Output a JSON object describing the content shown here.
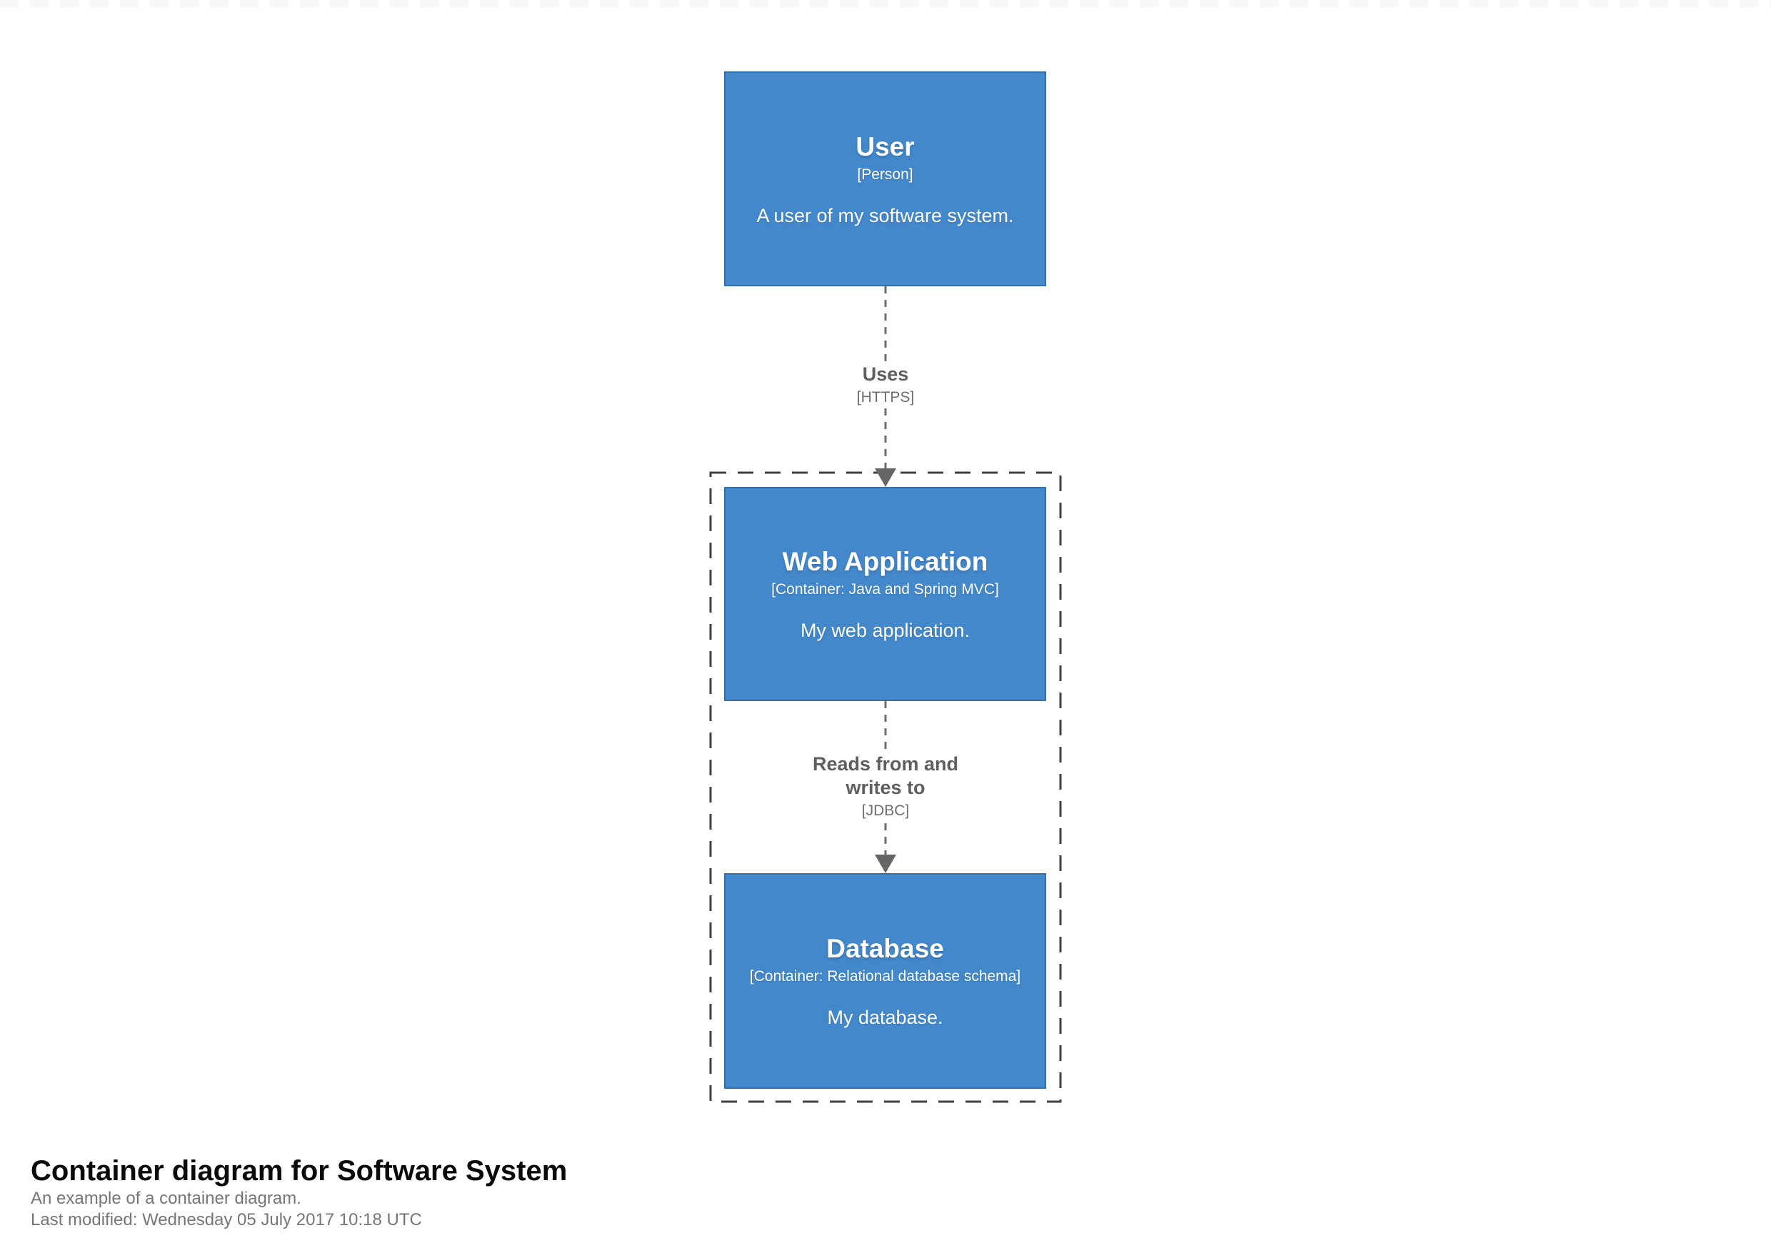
{
  "diagram": {
    "nodes": {
      "user": {
        "name": "User",
        "meta": "[Person]",
        "description": "A user of my software system."
      },
      "web_application": {
        "name": "Web Application",
        "meta": "[Container: Java and Spring MVC]",
        "description": "My web application."
      },
      "database": {
        "name": "Database",
        "meta": "[Container: Relational database schema]",
        "description": "My database."
      }
    },
    "relationships": {
      "user_to_web": {
        "label": "Uses",
        "meta": "[HTTPS]"
      },
      "web_to_db": {
        "label": "Reads from and writes to",
        "meta": "[JDBC]"
      }
    },
    "colors": {
      "node_fill": "#4388cb",
      "node_border": "#3a70a1",
      "node_text": "#ffffff",
      "relationship_line": "#6b6b6b",
      "relationship_text": "#5f5f5f",
      "boundary_line": "#404040",
      "background": "#ffffff"
    }
  },
  "footer": {
    "title": "Container diagram for Software System",
    "subtitle": "An example of a container diagram.",
    "last_modified": "Last modified: Wednesday 05 July 2017 10:18 UTC"
  }
}
